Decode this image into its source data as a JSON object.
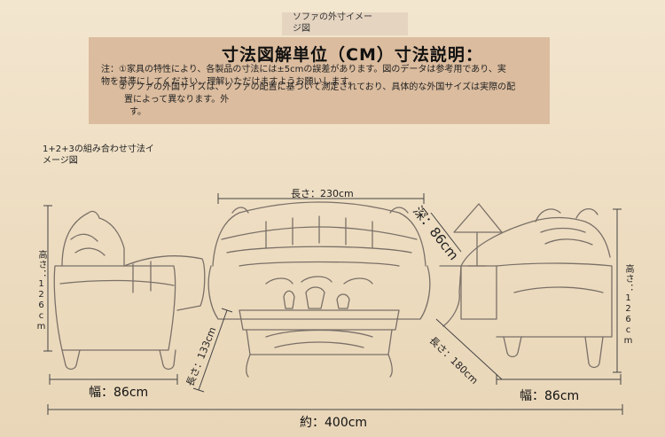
{
  "header": {
    "caption_line1": "ソファの外寸イメー",
    "caption_line2": "ジ図",
    "title": "寸法図解単位（CM）寸法説明：",
    "note_line1": "注：①家具の特性により、各製品の寸法には±5cmの誤差があります。図のデータは参考用であり、実",
    "note_line2": "物を基準にしてください。理解いただけますようお願いします。",
    "note_line3": "②ソファの外国サイズは、ソファの配置に基づいて測定されており、具体的な外国サイズは実際の配",
    "note_line4": "置によって異なります。外",
    "note_line5": "す。"
  },
  "combo_label_line1": "1+2+3の組み合わせ寸法イ",
  "combo_label_line2": "メージ図",
  "dimensions": {
    "length_center": "長さ：230cm",
    "depth_center": "深：86cm",
    "height_left": "高さ：126cm",
    "height_right": "高さ：126cm",
    "length_left_side": "長さ：133cm",
    "length_right_side": "長さ：180cm",
    "width_left": "幅：86cm",
    "width_right": "幅：86cm",
    "total": "約：400cm"
  }
}
